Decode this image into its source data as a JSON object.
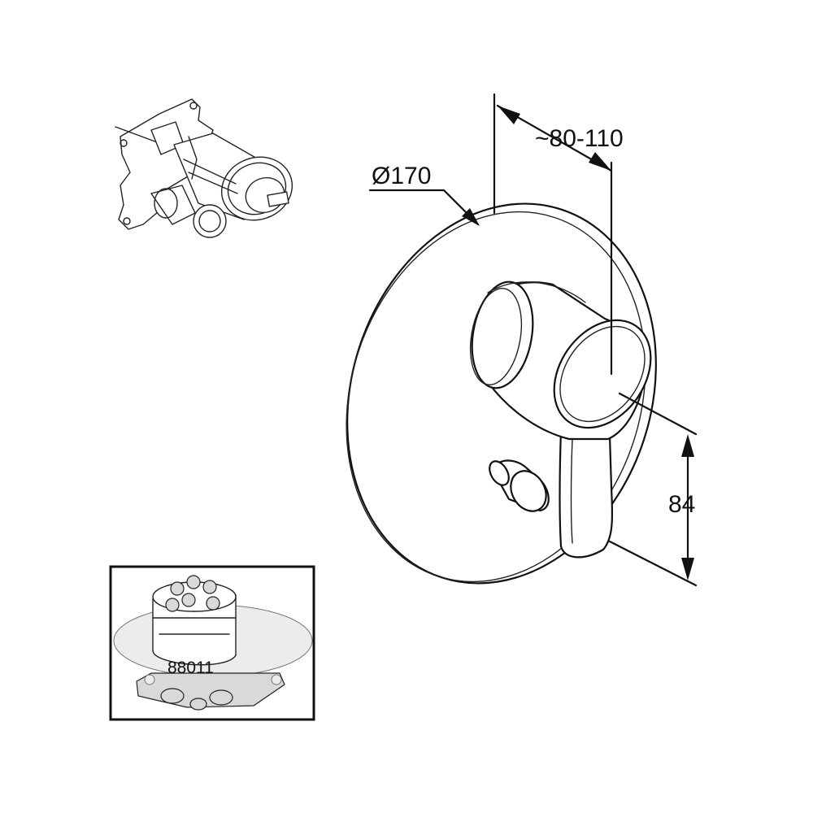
{
  "dimensions": {
    "diameter": "Ø170",
    "depth_range": "~80-110",
    "lever_height": "84"
  },
  "inset": {
    "part_number": "88011"
  }
}
